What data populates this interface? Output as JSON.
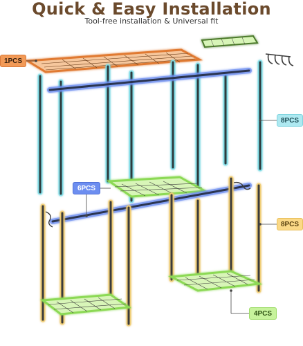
{
  "header": {
    "title": "Quick & Easy Installation",
    "subtitle": "Tool-free installation & Universal fit"
  },
  "callouts": {
    "top_shelf": "1PCS",
    "upper_poles": "8PCS",
    "hanging_rods": "6PCS",
    "lower_poles": "8PCS",
    "shelves": "4PCS"
  },
  "colors": {
    "title": "#6b4a2c",
    "top_shelf_highlight": "#f29a57",
    "upper_pole_glow": "#7fe0ea",
    "rod_highlight": "#6d8ef0",
    "lower_pole_glow": "#f3cf74",
    "shelf_glow": "#a9ec74",
    "metal": "#3b3b3b"
  },
  "icons": [
    "hook-icon",
    "s-hook-icon"
  ]
}
